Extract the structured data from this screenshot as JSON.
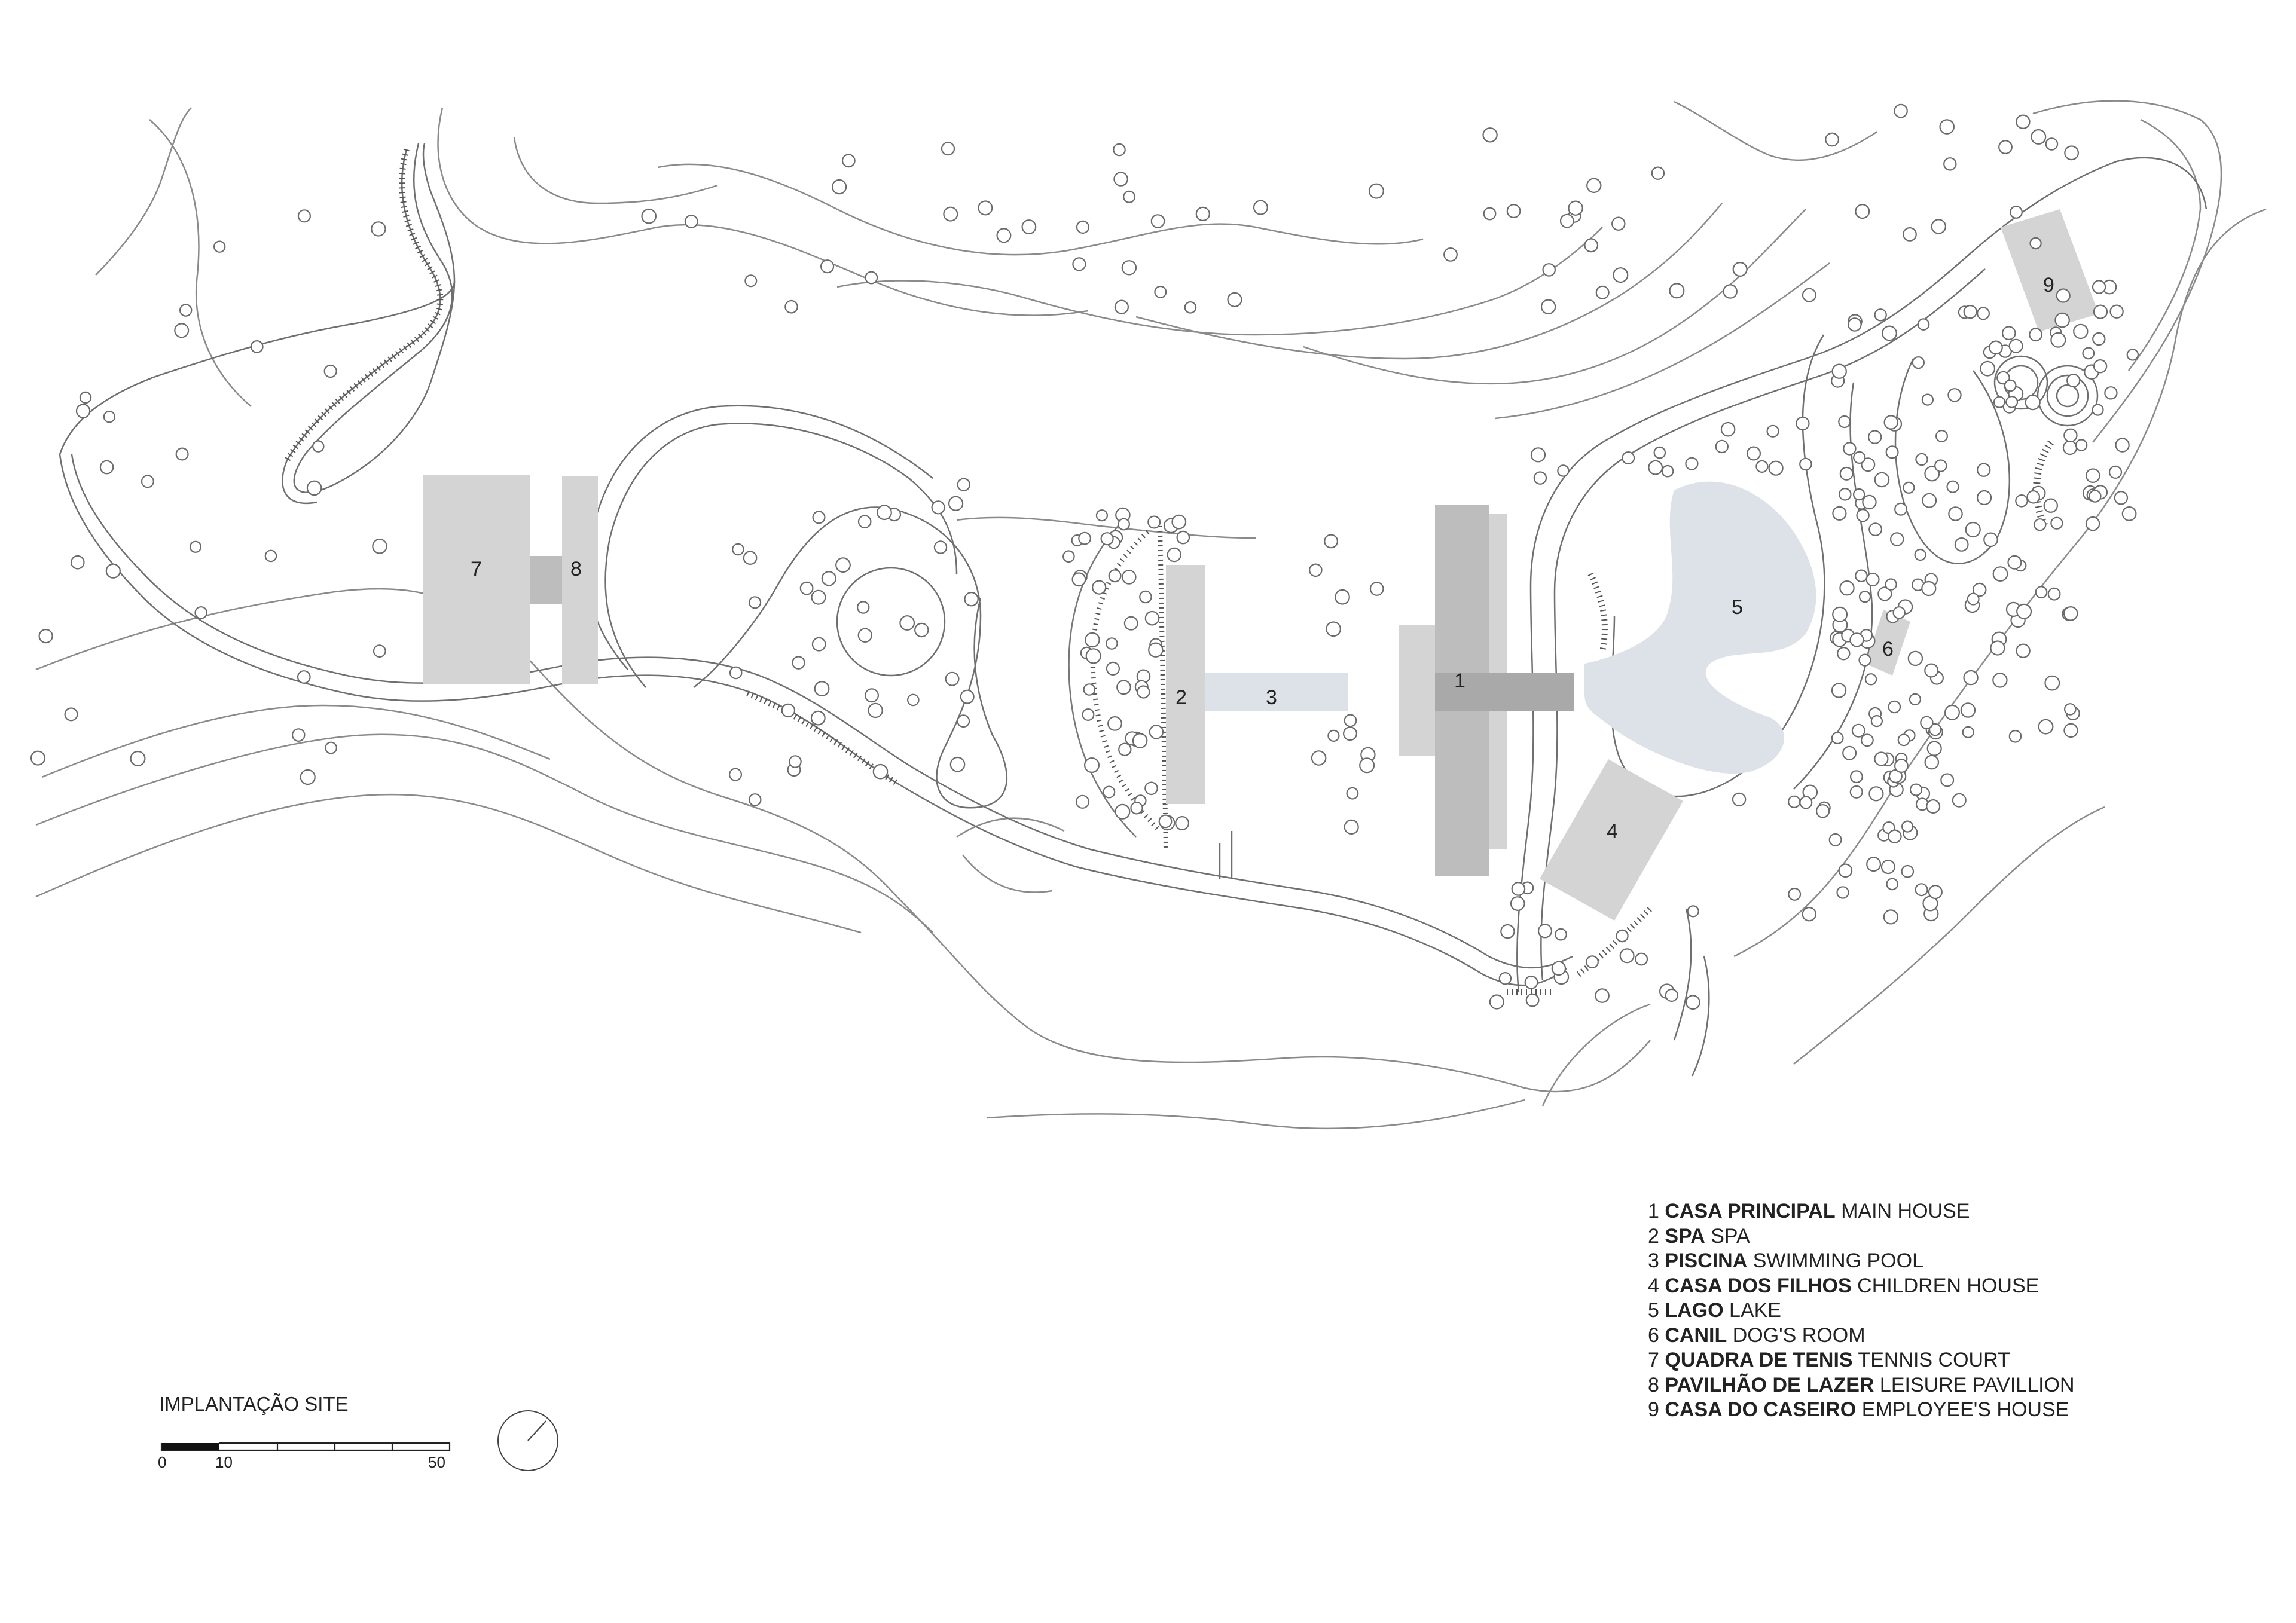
{
  "legend": {
    "items": [
      {
        "num": "1",
        "pt": "CASA PRINCIPAL",
        "en": "MAIN HOUSE"
      },
      {
        "num": "2",
        "pt": "SPA",
        "en": "SPA"
      },
      {
        "num": "3",
        "pt": "PISCINA",
        "en": "SWIMMING POOL"
      },
      {
        "num": "4",
        "pt": "CASA DOS FILHOS",
        "en": "CHILDREN HOUSE"
      },
      {
        "num": "5",
        "pt": "LAGO",
        "en": "LAKE"
      },
      {
        "num": "6",
        "pt": "CANIL",
        "en": "DOG'S ROOM"
      },
      {
        "num": "7",
        "pt": "QUADRA DE TENIS",
        "en": "TENNIS COURT"
      },
      {
        "num": "8",
        "pt": "PAVILHÃO DE LAZER",
        "en": "LEISURE PAVILLION"
      },
      {
        "num": "9",
        "pt": "CASA DO CASEIRO",
        "en": "EMPLOYEE'S HOUSE"
      }
    ]
  },
  "plan_labels": {
    "b1": "1",
    "b2": "2",
    "b3": "3",
    "b4": "4",
    "b5": "5",
    "b6": "6",
    "b7": "7",
    "b8": "8",
    "b9": "9"
  },
  "site_title": "IMPLANTAÇÃO SITE",
  "scale": {
    "start": "0",
    "mid": "10",
    "end": "50"
  },
  "colors": {
    "building_light": "#d4d4d4",
    "building_dark": "#a9a9a9",
    "water": "#dde2e8",
    "lines": "#7a7a7a"
  }
}
